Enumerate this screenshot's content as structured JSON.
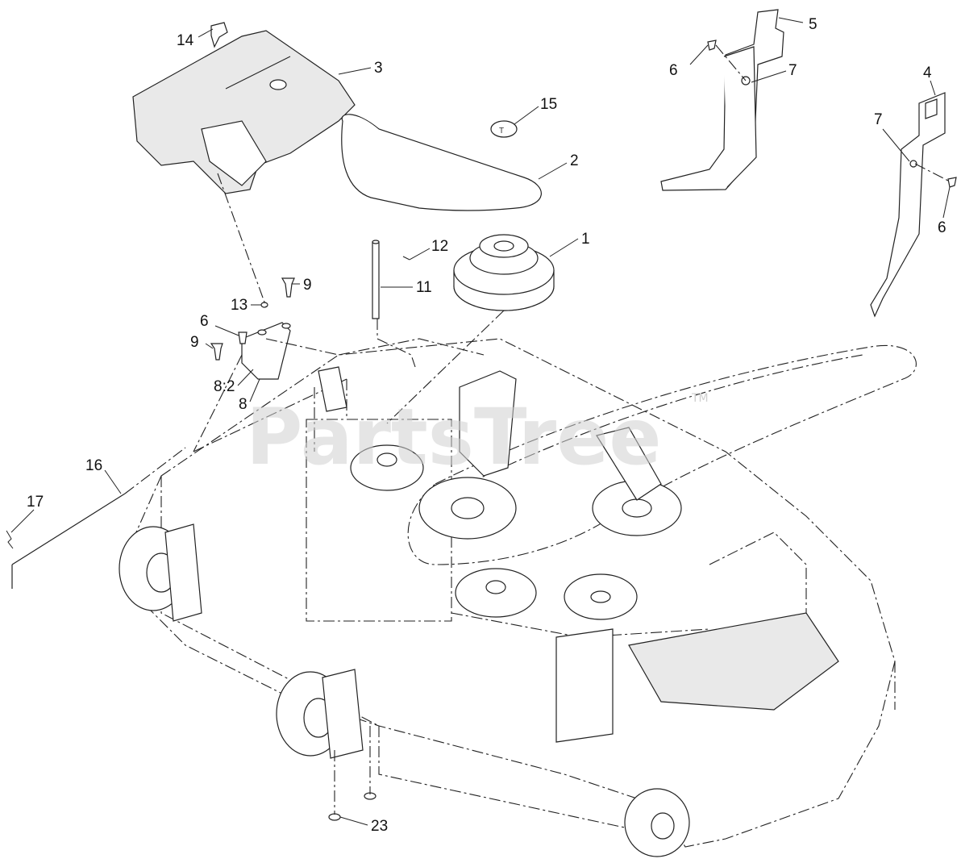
{
  "watermark": {
    "text": "PartsTree",
    "trademark": "TM"
  },
  "callouts": [
    {
      "id": "c-14a",
      "label": "14"
    },
    {
      "id": "c-3",
      "label": "3"
    },
    {
      "id": "c-15",
      "label": "15"
    },
    {
      "id": "c-2",
      "label": "2"
    },
    {
      "id": "c-1",
      "label": "1"
    },
    {
      "id": "c-12",
      "label": "12"
    },
    {
      "id": "c-11",
      "label": "11"
    },
    {
      "id": "c-9a",
      "label": "9"
    },
    {
      "id": "c-13",
      "label": "13"
    },
    {
      "id": "c-6a",
      "label": "6"
    },
    {
      "id": "c-9b",
      "label": "9"
    },
    {
      "id": "c-8-2",
      "label": "8:2"
    },
    {
      "id": "c-8",
      "label": "8"
    },
    {
      "id": "c-16",
      "label": "16"
    },
    {
      "id": "c-17",
      "label": "17"
    },
    {
      "id": "c-23",
      "label": "23"
    },
    {
      "id": "c-5",
      "label": "5"
    },
    {
      "id": "c-6b",
      "label": "6"
    },
    {
      "id": "c-7a",
      "label": "7"
    },
    {
      "id": "c-4",
      "label": "4"
    },
    {
      "id": "c-7b",
      "label": "7"
    },
    {
      "id": "c-6c",
      "label": "6"
    }
  ]
}
